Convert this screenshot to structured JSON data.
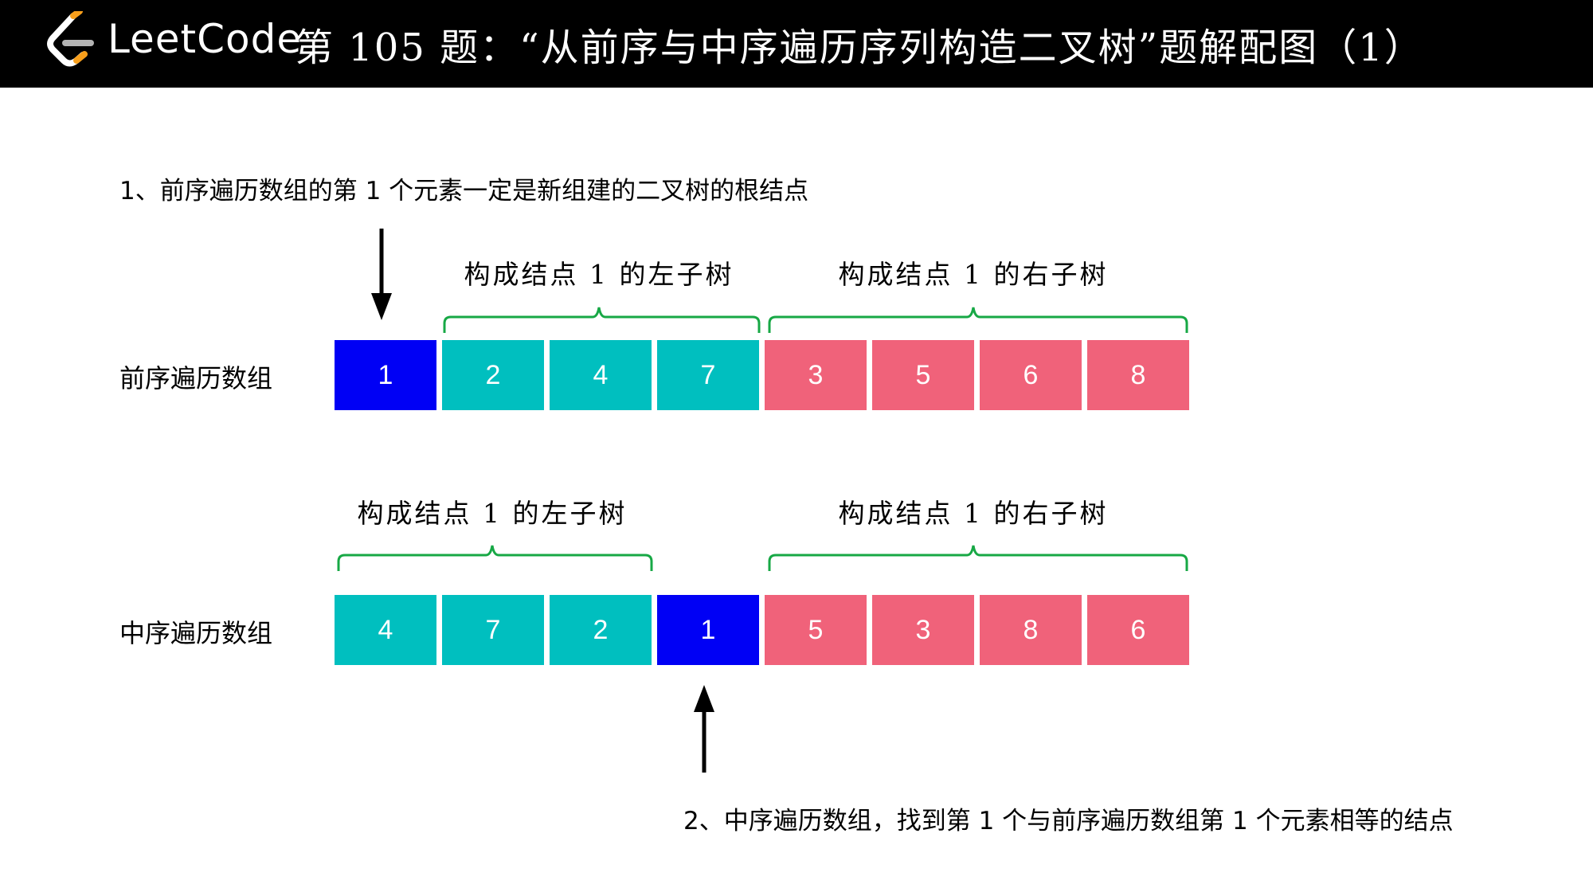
{
  "header": {
    "brand": "LeetCode",
    "title": "第 105 题：“从前序与中序遍历序列构造二叉树”题解配图（1）"
  },
  "notes": {
    "step1": "1、前序遍历数组的第 1 个元素一定是新组建的二叉树的根结点",
    "step2": "2、中序遍历数组，找到第 1 个与前序遍历数组第 1 个元素相等的结点"
  },
  "preorder": {
    "label": "前序遍历数组",
    "cells": [
      {
        "value": "1",
        "role": "root"
      },
      {
        "value": "2",
        "role": "left"
      },
      {
        "value": "4",
        "role": "left"
      },
      {
        "value": "7",
        "role": "left"
      },
      {
        "value": "3",
        "role": "right"
      },
      {
        "value": "5",
        "role": "right"
      },
      {
        "value": "6",
        "role": "right"
      },
      {
        "value": "8",
        "role": "right"
      }
    ],
    "left_label": "构成结点 1 的左子树",
    "right_label": "构成结点 1 的右子树"
  },
  "inorder": {
    "label": "中序遍历数组",
    "cells": [
      {
        "value": "4",
        "role": "left"
      },
      {
        "value": "7",
        "role": "left"
      },
      {
        "value": "2",
        "role": "left"
      },
      {
        "value": "1",
        "role": "root"
      },
      {
        "value": "5",
        "role": "right"
      },
      {
        "value": "3",
        "role": "right"
      },
      {
        "value": "8",
        "role": "right"
      },
      {
        "value": "6",
        "role": "right"
      }
    ],
    "left_label": "构成结点 1 的左子树",
    "right_label": "构成结点 1 的右子树"
  },
  "colors": {
    "root": "#0000f5",
    "left": "#00bfbf",
    "right": "#f0627a",
    "brace": "#17a845",
    "header_bg": "#000000"
  }
}
